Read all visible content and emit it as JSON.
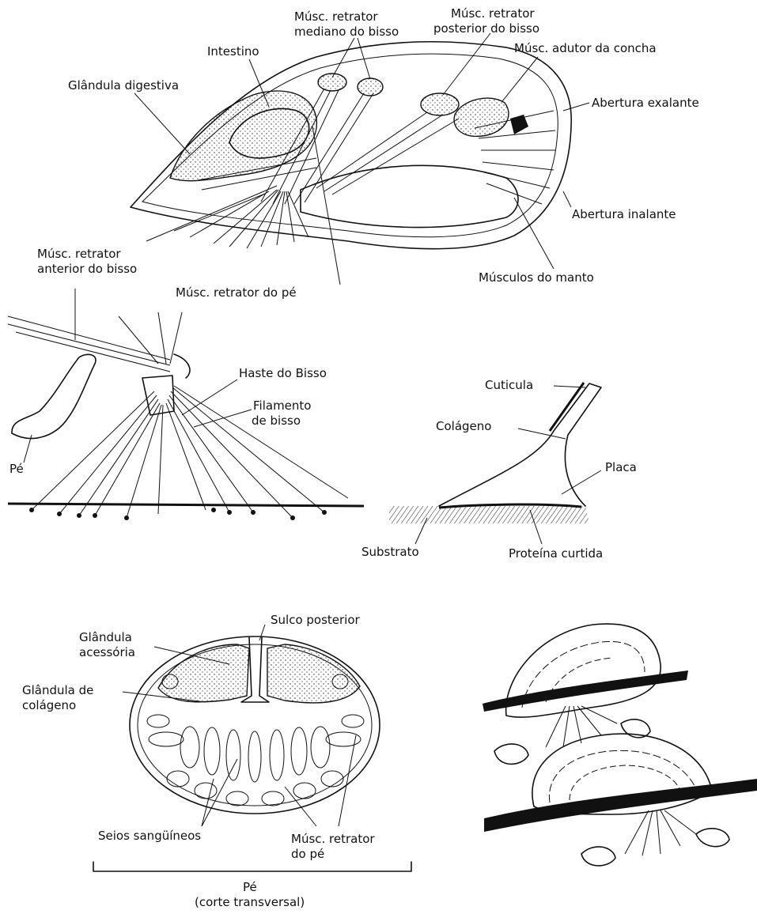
{
  "labels": {
    "musc_retrator_mediano": [
      "Músc. retrator",
      "mediano do bisso"
    ],
    "musc_retrator_posterior": [
      "Músc. retrator",
      "posterior do bisso"
    ],
    "intestino": "Intestino",
    "musc_adutor": "Músc. adutor da concha",
    "glandula_digestiva": "Glândula digestiva",
    "abertura_exalante": "Abertura exalante",
    "abertura_inalante": "Abertura inalante",
    "musc_retrator_anterior": [
      "Músc. retrator",
      "anterior do bisso"
    ],
    "musculos_manto": "Músculos do manto",
    "musc_retrator_pe": "Músc. retrator do pé",
    "haste_bisso": "Haste do Bisso",
    "filamento_bisso": [
      "Filamento",
      "de bisso"
    ],
    "pe": "Pé",
    "cuticula": "Cuticula",
    "colageno": "Colágeno",
    "placa": "Placa",
    "substrato": "Substrato",
    "proteina_curtida": "Proteína curtida",
    "sulco_posterior": "Sulco posterior",
    "glandula_acessoria": [
      "Glândula",
      "acessória"
    ],
    "glandula_colageno": [
      "Glândula de",
      "colágeno"
    ],
    "seios_sanguineos": "Seios sangüíneos",
    "musc_retrator_pe_2": [
      "Músc. retrator",
      "do pé"
    ],
    "pe_caption": [
      "Pé",
      "(corte transversal)"
    ]
  }
}
